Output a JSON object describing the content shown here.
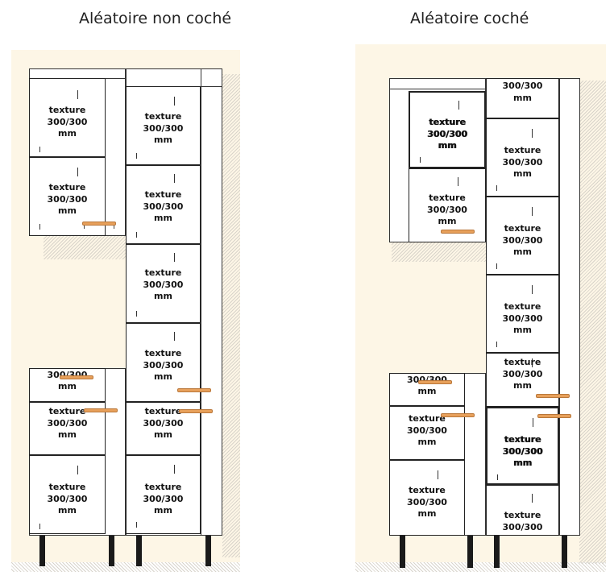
{
  "captions": {
    "left": "Aléatoire non coché",
    "right": "Aléatoire coché"
  },
  "texture": {
    "word": "texture",
    "size": "300/300",
    "unit": "mm"
  },
  "colors": {
    "wall": "#fdf6e6",
    "handle": "#e7a05b",
    "leg": "#1a1a1a"
  }
}
